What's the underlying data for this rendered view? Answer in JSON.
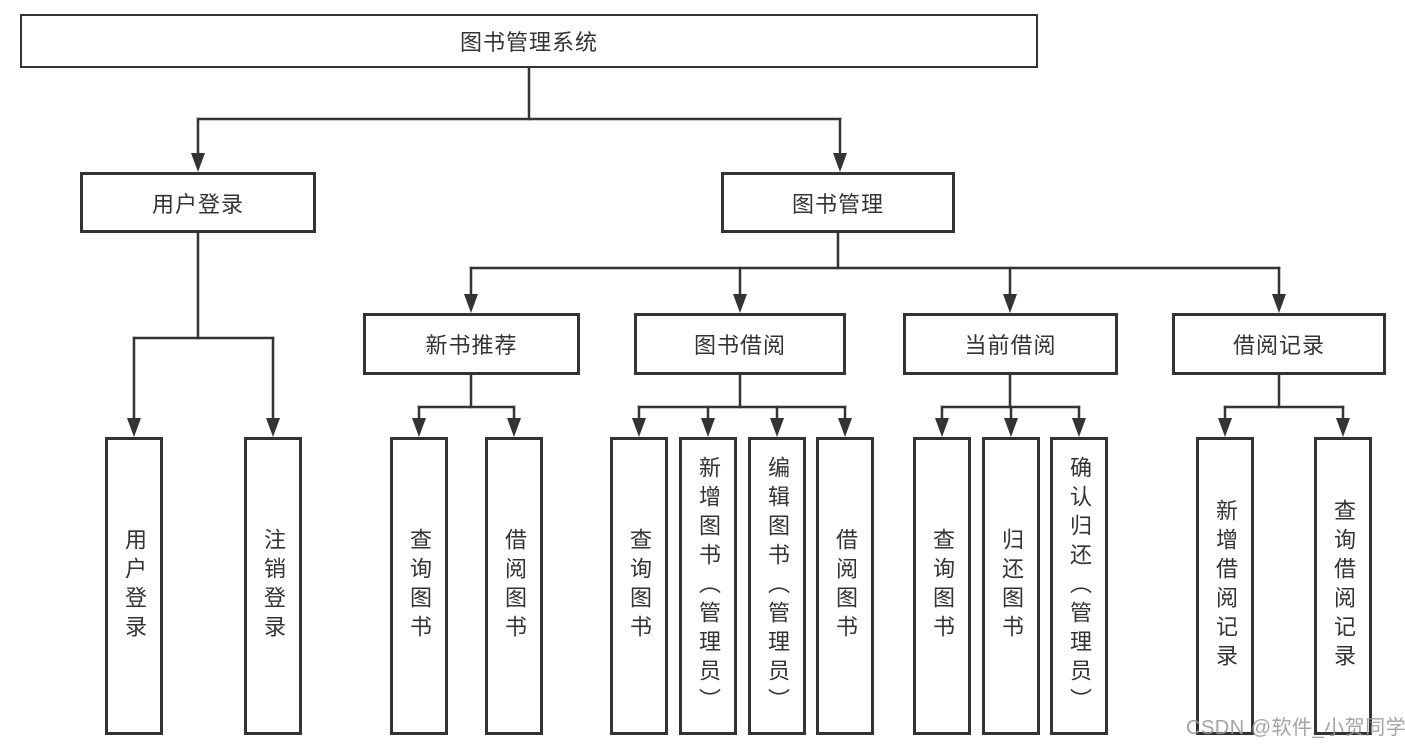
{
  "tree": {
    "root": {
      "label": "图书管理系统",
      "children": [
        {
          "label": "用户登录",
          "children": [
            {
              "label": "用户登录"
            },
            {
              "label": "注销登录"
            }
          ]
        },
        {
          "label": "图书管理",
          "children": [
            {
              "label": "新书推荐",
              "children": [
                {
                  "label": "查询图书"
                },
                {
                  "label": "借阅图书"
                }
              ]
            },
            {
              "label": "图书借阅",
              "children": [
                {
                  "label": "查询图书"
                },
                {
                  "label": "新增图书（管理员）"
                },
                {
                  "label": "编辑图书（管理员）"
                },
                {
                  "label": "借阅图书"
                }
              ]
            },
            {
              "label": "当前借阅",
              "children": [
                {
                  "label": "查询图书"
                },
                {
                  "label": "归还图书"
                },
                {
                  "label": "确认归还（管理员）"
                }
              ]
            },
            {
              "label": "借阅记录",
              "children": [
                {
                  "label": "新增借阅记录"
                },
                {
                  "label": "查询借阅记录"
                }
              ]
            }
          ]
        }
      ]
    }
  },
  "watermark": {
    "text": "CSDN @软件_小贺同学"
  },
  "colors": {
    "line": "#333333",
    "box_border": "#333333",
    "text": "#333333",
    "background": "#ffffff",
    "watermark": "#9b9b9b"
  }
}
